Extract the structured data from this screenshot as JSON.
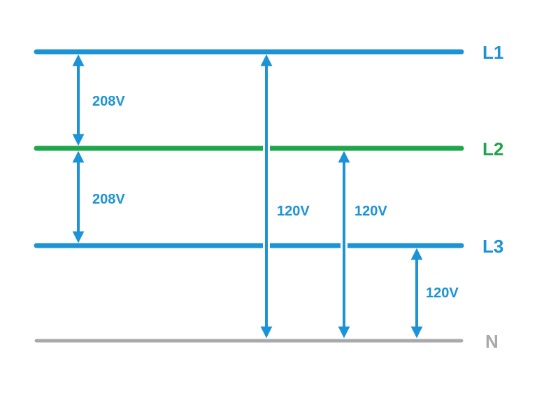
{
  "colors": {
    "l1": "#1b93d6",
    "l2": "#1ea64a",
    "l3": "#1b93d6",
    "n": "#a7a9ab",
    "arrow": "#1b93d6",
    "text_blue": "#1b93d6",
    "text_green": "#1ea64a",
    "text_gray": "#a7a9ab"
  },
  "lines": [
    {
      "id": "l1",
      "label": "L1"
    },
    {
      "id": "l2",
      "label": "L2"
    },
    {
      "id": "l3",
      "label": "L3"
    },
    {
      "id": "n",
      "label": "N"
    }
  ],
  "voltages": [
    {
      "id": "l1-l2",
      "from": "L1",
      "to": "L2",
      "label": "208V"
    },
    {
      "id": "l2-l3",
      "from": "L2",
      "to": "L3",
      "label": "208V"
    },
    {
      "id": "l1-n",
      "from": "L1",
      "to": "N",
      "label": "120V"
    },
    {
      "id": "l2-n",
      "from": "L2",
      "to": "N",
      "label": "120V"
    },
    {
      "id": "l3-n",
      "from": "L3",
      "to": "N",
      "label": "120V"
    }
  ]
}
